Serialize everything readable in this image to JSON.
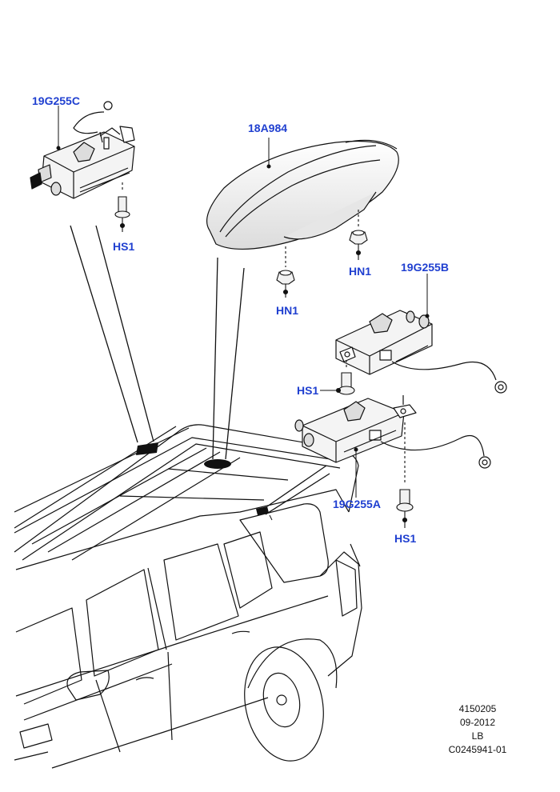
{
  "callouts": {
    "module_c": "19G255C",
    "fin_antenna": "18A984",
    "module_b": "19G255B",
    "module_a": "19G255A",
    "screw_c": "HS1",
    "screw_b": "HS1",
    "screw_a": "HS1",
    "nut_left": "HN1",
    "nut_right": "HN1"
  },
  "reference_block": {
    "part_number": "4150205",
    "date": "09-2012",
    "code": "LB",
    "illustration_id": "C0245941-01"
  },
  "colors": {
    "callout_text": "#1f3fd0",
    "line_art": "#111111",
    "fill_light": "#f2f2f2",
    "fill_dark": "#111111"
  }
}
